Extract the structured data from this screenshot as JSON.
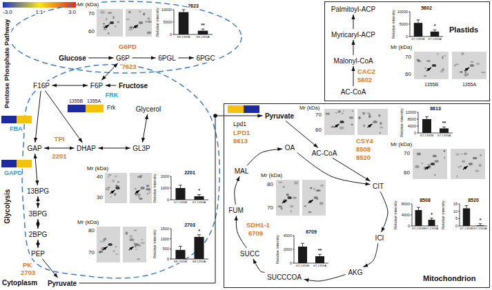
{
  "diagram": {
    "nodes": [
      {
        "text": [
          "Glucose"
        ]
      },
      {
        "text": [
          "G6P"
        ]
      },
      {
        "text": [
          "6PGL"
        ]
      },
      {
        "text": [
          "6PGC"
        ]
      },
      {
        "text": [
          "F16P"
        ]
      },
      {
        "text": [
          "F6P"
        ]
      },
      {
        "text": [
          "Fructose"
        ]
      },
      {
        "text": [
          "Glycerol"
        ]
      },
      {
        "text": [
          "GAP"
        ]
      },
      {
        "text": [
          "DHAP"
        ]
      },
      {
        "text": [
          "GL3P"
        ]
      },
      {
        "text": [
          "13BPG"
        ]
      },
      {
        "text": [
          "3BPG"
        ]
      },
      {
        "text": [
          "2BPG"
        ]
      },
      {
        "text": [
          "PEP"
        ]
      },
      {
        "text": [
          "Pyruvate"
        ]
      },
      {
        "text": [
          "Plastids"
        ]
      },
      {
        "text": [
          "Palmitoyl-ACP"
        ],
        "in": 16
      },
      {
        "text": [
          "Myricaryl-ACP"
        ],
        "in": 16
      },
      {
        "text": [
          "Malonyl-CoA"
        ],
        "in": 16
      },
      {
        "text": [
          "AC-CoA"
        ],
        "in": 16
      },
      {
        "text": [
          "Mitochondrion"
        ]
      },
      {
        "text": [
          "Pyruvate"
        ],
        "in": 21
      },
      {
        "text": [
          "AC-CoA"
        ],
        "in": 21
      },
      {
        "text": [
          "OA"
        ],
        "in": 21
      },
      {
        "text": [
          "CIT"
        ],
        "in": 21
      },
      {
        "text": [
          "ICI"
        ],
        "in": 21
      },
      {
        "text": [
          "AKG"
        ],
        "in": 21
      },
      {
        "text": [
          "SUCCCOA"
        ],
        "in": 21
      },
      {
        "text": [
          "SUCC"
        ],
        "in": 21
      },
      {
        "text": [
          "FUM"
        ],
        "in": 21
      },
      {
        "text": [
          "MAL"
        ],
        "in": 21
      }
    ],
    "edges": [
      {
        "from": 0,
        "to": 1,
        "arrow": "to"
      },
      {
        "from": 1,
        "to": 2,
        "arrow": "to"
      },
      {
        "from": 2,
        "to": 3,
        "arrow": "to"
      },
      {
        "from": 1,
        "to": 5,
        "arrow": "both"
      },
      {
        "from": 4,
        "to": 5,
        "arrow": "both"
      },
      {
        "from": 6,
        "to": 5,
        "arrow": "to"
      },
      {
        "from": 4,
        "to": 8,
        "arrow": "to"
      },
      {
        "from": 4,
        "to": 9,
        "arrow": "to"
      },
      {
        "from": 8,
        "to": 9,
        "arrow": "both"
      },
      {
        "from": 9,
        "to": 10,
        "arrow": "both"
      },
      {
        "from": 10,
        "to": 7,
        "arrow": "both"
      },
      {
        "from": 8,
        "to": 11,
        "arrow": "both"
      },
      {
        "from": 11,
        "to": 12,
        "arrow": "both"
      },
      {
        "from": 12,
        "to": 13,
        "arrow": "both"
      },
      {
        "from": 13,
        "to": 14,
        "arrow": "both"
      },
      {
        "from": 14,
        "to": 15,
        "arrow": "to"
      },
      {
        "from": 15,
        "to": 22,
        "arrow": "to"
      },
      {
        "from": 20,
        "to": 19,
        "arrow": "to"
      },
      {
        "from": 19,
        "to": 18,
        "arrow": "to"
      },
      {
        "from": 18,
        "to": 17,
        "arrow": "to"
      },
      {
        "from": 22,
        "to": 23,
        "arrow": "to"
      },
      {
        "from": 23,
        "to": 25,
        "arrow": "to"
      },
      {
        "from": 24,
        "to": 25,
        "arrow": "to"
      },
      {
        "from": 25,
        "to": 26,
        "arrow": "to"
      },
      {
        "from": 26,
        "to": 27,
        "arrow": "to"
      },
      {
        "from": 27,
        "to": 28,
        "arrow": "to"
      },
      {
        "from": 28,
        "to": 29,
        "arrow": "to"
      },
      {
        "from": 29,
        "to": 30,
        "arrow": "to"
      },
      {
        "from": 30,
        "to": 31,
        "arrow": "to"
      },
      {
        "from": 31,
        "to": 24,
        "arrow": "to"
      }
    ],
    "labels": [
      "-3.0",
      "1:1",
      "3.0",
      "Pentose Phosphate Pathway",
      "Glycolysis",
      "Cytoplasm",
      "Mr (kDa)",
      "70",
      "60",
      "7623",
      "Relative intensity",
      "10000",
      "5000",
      "0",
      "**",
      "S8-1355B",
      "S8-1355A",
      "G6PD",
      "7623",
      "FRK",
      "FBA",
      "1355B",
      "1355A",
      "Frk",
      "TPI",
      "2201",
      "GAPD",
      "PK",
      "2703",
      "Mr (kDa)",
      "40",
      "30",
      "2201",
      "Relative intensity",
      "2000",
      "1000",
      "0",
      "*",
      "S7-1355B",
      "S7-1355A",
      "Mr (kDa)",
      "80",
      "70",
      "2703",
      "Relative intensity",
      "1500",
      "1000",
      "500",
      "0",
      "*",
      "S8-1355B",
      "S8-1355A",
      "CAC2",
      "5602",
      "5602",
      "Relative intensity",
      "10000",
      "5000",
      "0",
      "*",
      "S7-1355B",
      "S7-1355A",
      "Mr (kDa)",
      "70",
      "60",
      "1355B",
      "1355A",
      "Lpd1",
      "LPD1",
      "8613",
      "Mr (kDa)",
      "70",
      "60",
      "8613",
      "Relative intensity",
      "12000",
      "8000",
      "4000",
      "0",
      "**",
      "S7-1355B",
      "S7-1355A",
      "CSY4",
      "8508",
      "8520",
      "Mr (kDa)",
      "70",
      "60",
      "8508",
      "Relative intensity",
      "8000",
      "4000",
      "0",
      "*",
      "S7-1355B",
      "S7-1355A",
      "8520",
      "Relative intensity",
      "15",
      "10",
      "5",
      "0",
      "*",
      "S7-1355B",
      "S7-1355A",
      "SDH1-1",
      "6709",
      "Mr (kDa)",
      "80",
      "70",
      "6709",
      "Relative intensity",
      "4000",
      "2000",
      "0",
      "**",
      "S7-1355B",
      "S7-1355A"
    ]
  }
}
